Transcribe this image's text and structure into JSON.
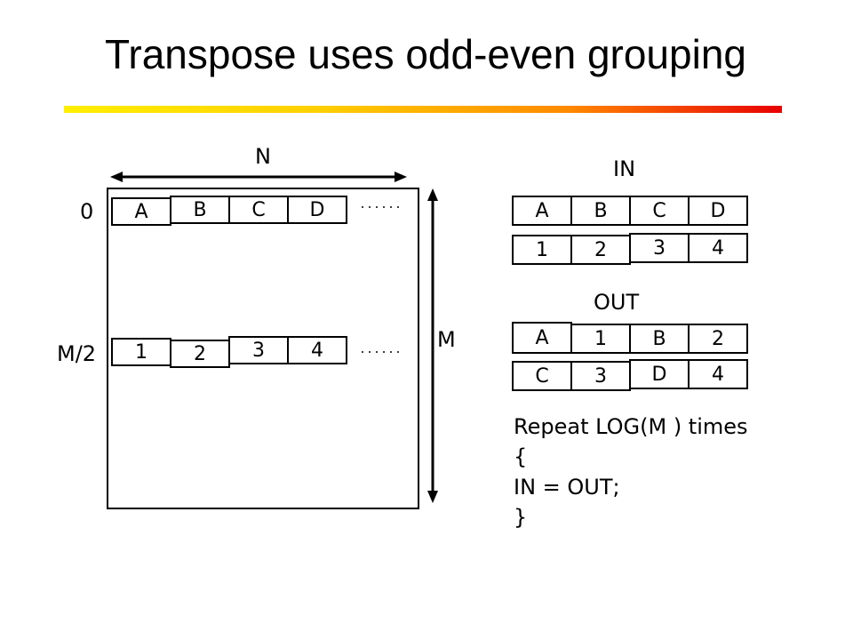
{
  "title": "Transpose uses odd-even grouping",
  "accent_colors": [
    "#ffee00",
    "#ff8a00",
    "#e80000"
  ],
  "matrix": {
    "width_label": "N",
    "height_label": "M",
    "row0_label": "0",
    "rowhalf_label": "M/2",
    "row0_cells": [
      "A",
      "B",
      "C",
      "D"
    ],
    "rowhalf_cells": [
      "1",
      "2",
      "3",
      "4"
    ]
  },
  "in_block": {
    "label": "IN",
    "rows": [
      [
        "A",
        "B",
        "C",
        "D"
      ],
      [
        "1",
        "2",
        "3",
        "4"
      ]
    ]
  },
  "out_block": {
    "label": "OUT",
    "rows": [
      [
        "A",
        "1",
        "B",
        "2"
      ],
      [
        "C",
        "3",
        "D",
        "4"
      ]
    ]
  },
  "code": {
    "line1": "Repeat LOG(M ) times",
    "line2": "{",
    "line3": "IN = OUT;",
    "line4": "}"
  }
}
